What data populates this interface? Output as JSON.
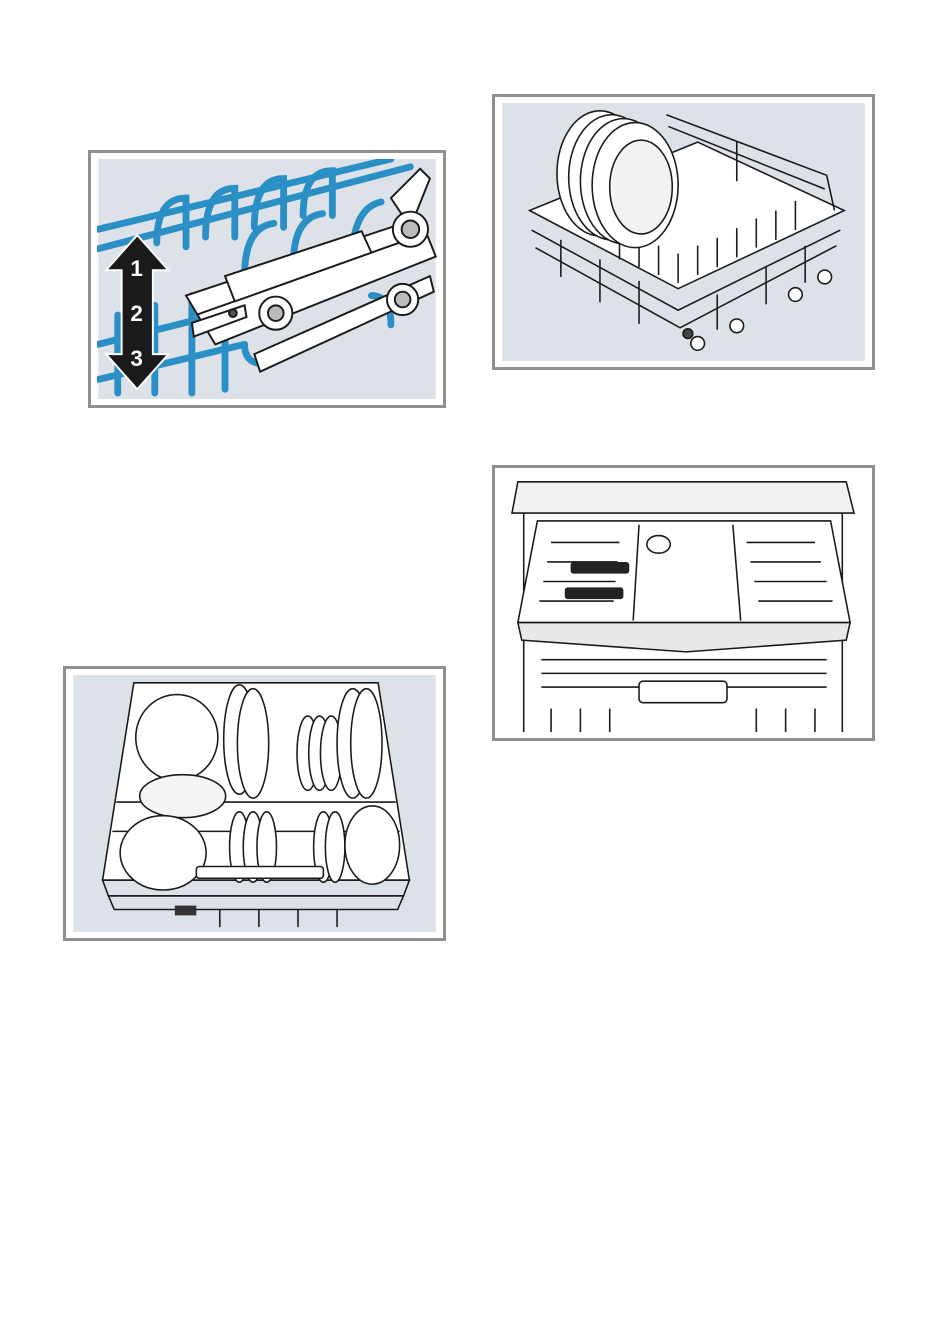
{
  "figures": {
    "height_adjust": {
      "levels": [
        "1",
        "2",
        "3"
      ]
    }
  },
  "colors": {
    "panel_background": "#dde1e8",
    "rack_blue": "#2a8fc4",
    "frame_border": "#8f8f8f",
    "line": "#1a1a1a"
  }
}
